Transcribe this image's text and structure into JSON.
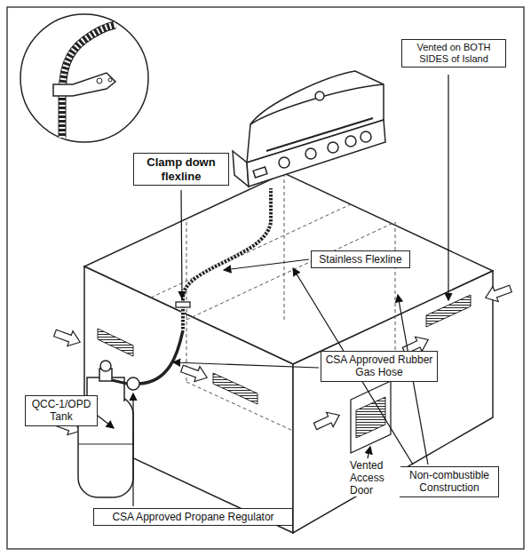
{
  "diagram": {
    "nodes": [
      {
        "text": [
          "Clamp down flexline"
        ]
      },
      {
        "text": [
          "Vented on BOTH SIDES of Island"
        ]
      },
      {
        "text": [
          "Stainless Flexline"
        ]
      },
      {
        "text": [
          "CSA Approved Rubber Gas Hose"
        ]
      },
      {
        "text": [
          "QCC-1/OPD Tank"
        ]
      },
      {
        "text": [
          "Non-combustible Construction"
        ]
      },
      {
        "text": [
          "CSA Approved Propane Regulator"
        ]
      }
    ],
    "labels": [
      "Vented Access Door"
    ]
  }
}
